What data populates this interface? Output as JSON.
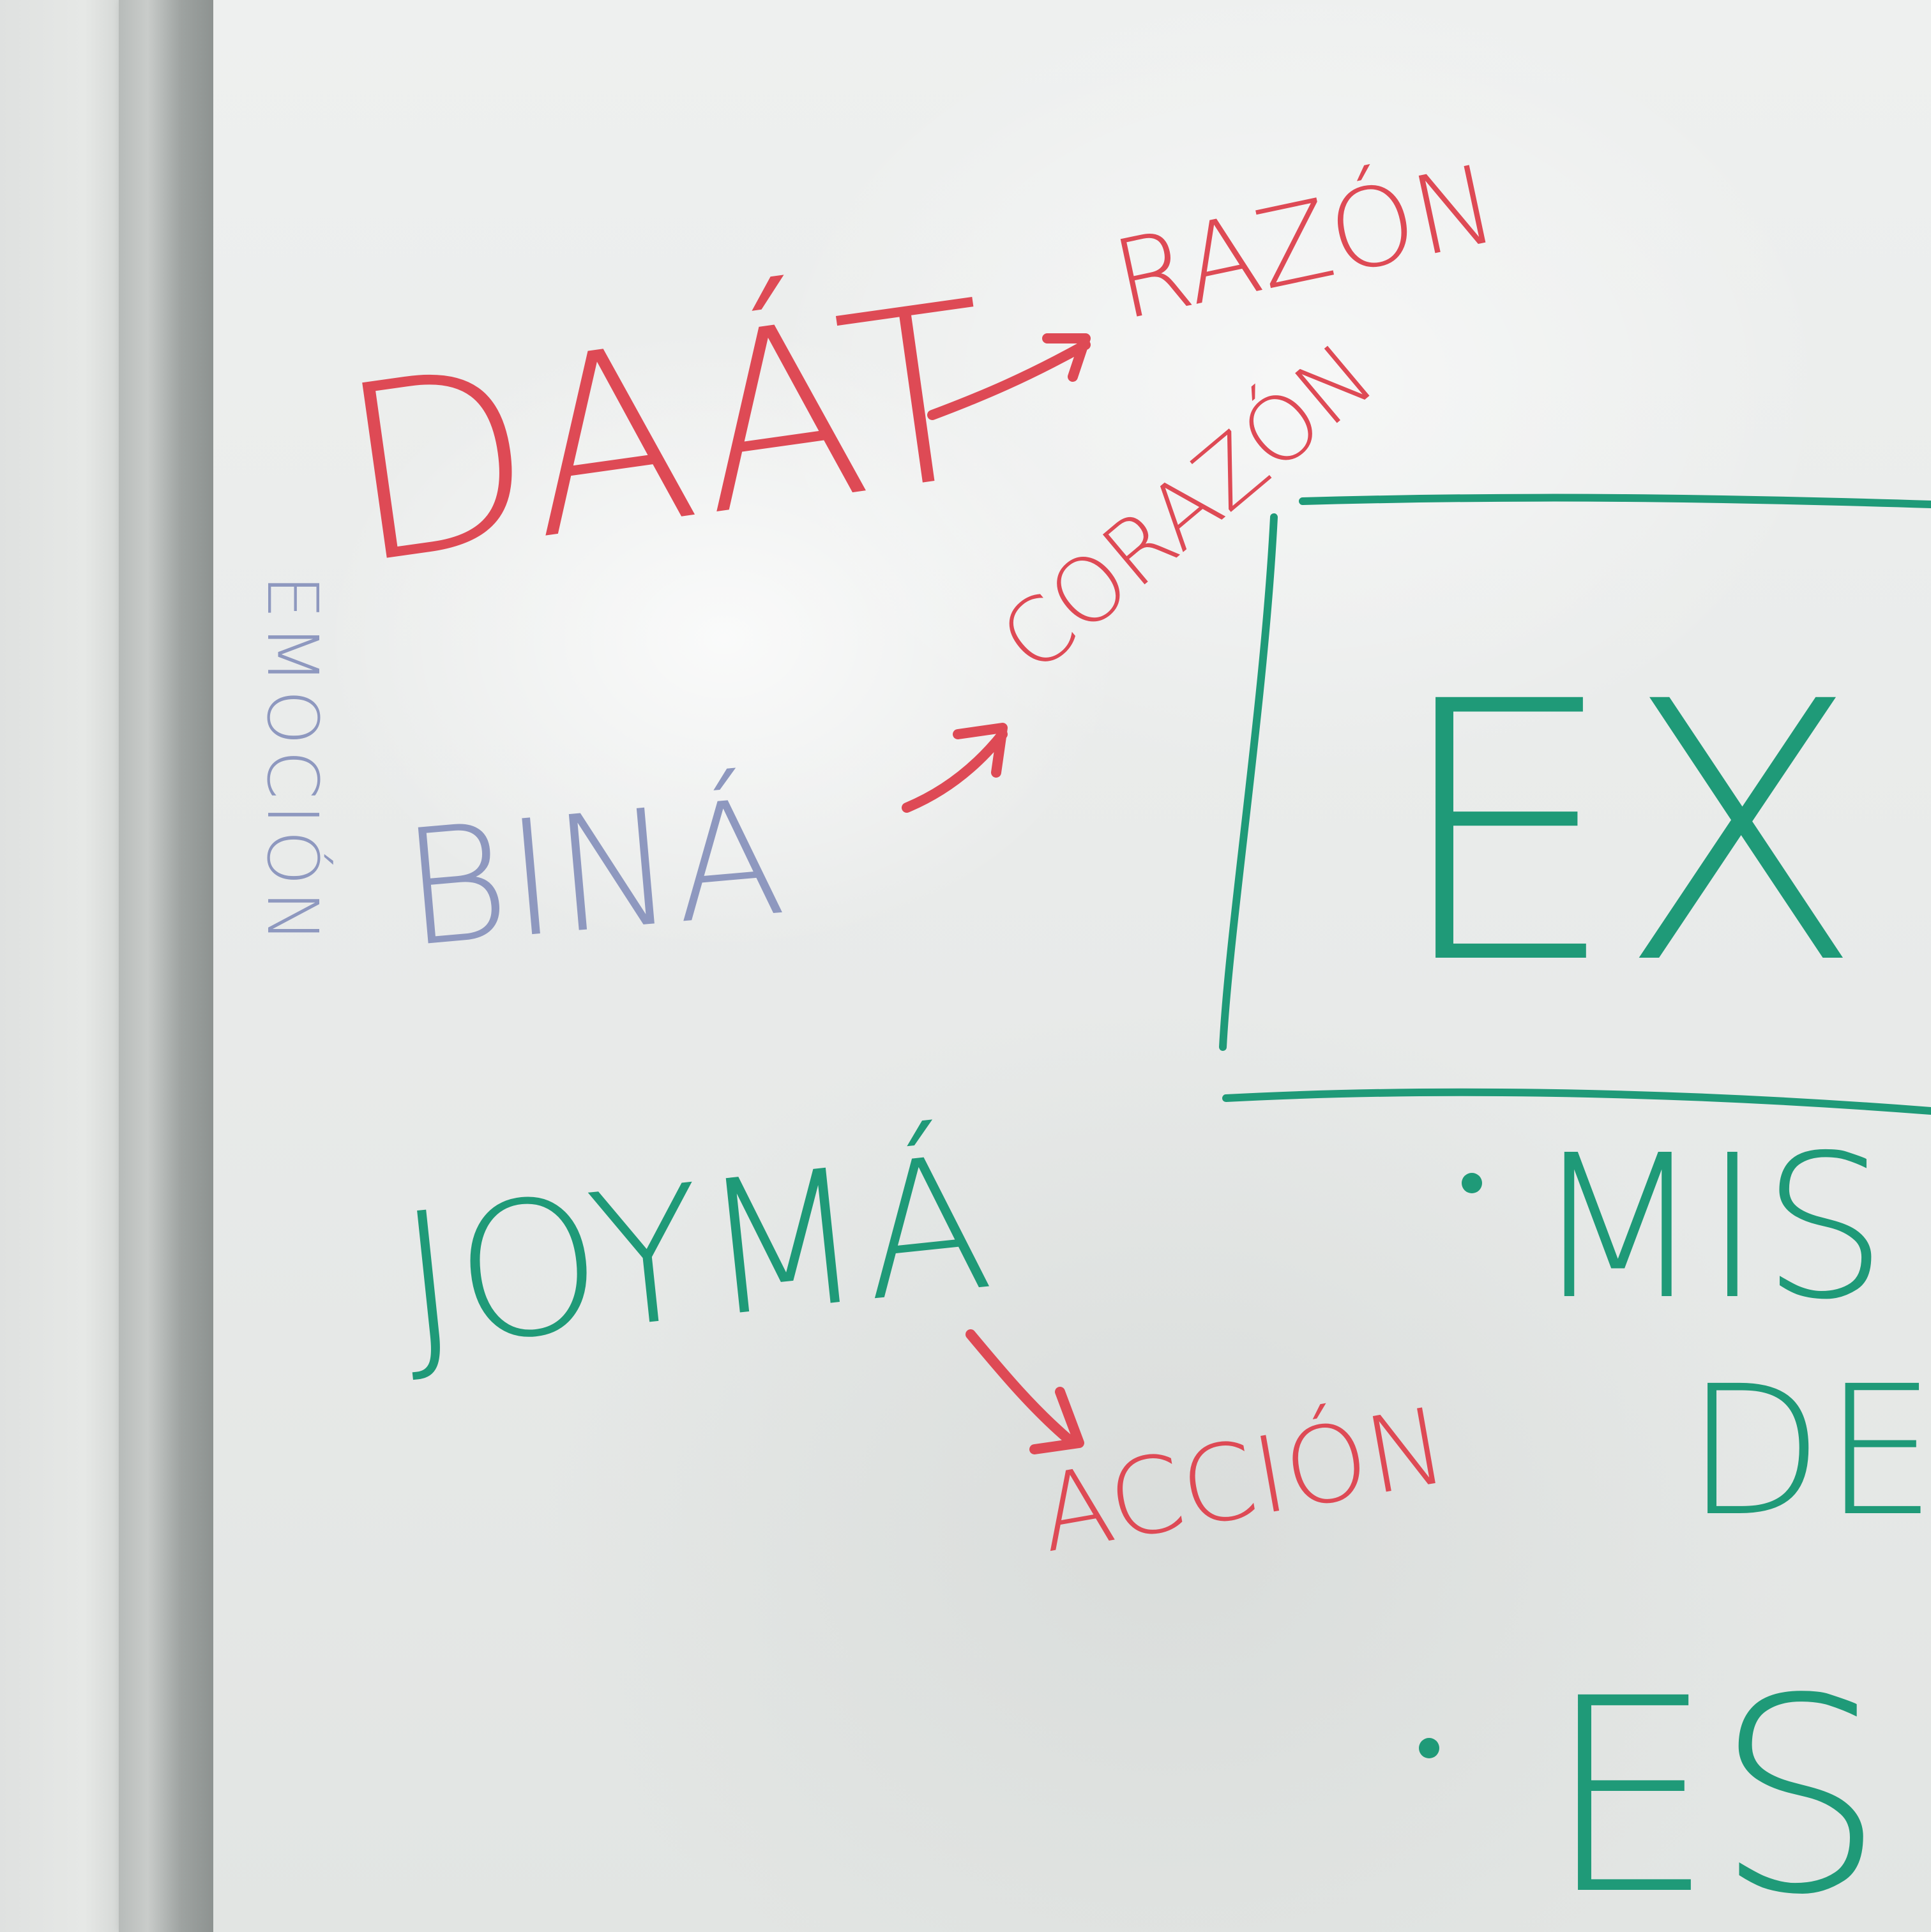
{
  "words": {
    "daat": "DAÁT",
    "razon": "RAZÓN",
    "corazon": "CORAZÓN",
    "bina": "BINÁ",
    "joyma": "JOYMÁ",
    "accion": "ACCIÓN",
    "emocion": "EMOCIÓN",
    "ex": "EX",
    "mis": "MIS",
    "de": "DE",
    "es": "ES"
  },
  "colors": {
    "red_marker": "#de4a55",
    "green_marker": "#1f9a78",
    "blue_marker": "#8e98bf",
    "board": "#eceeed"
  }
}
